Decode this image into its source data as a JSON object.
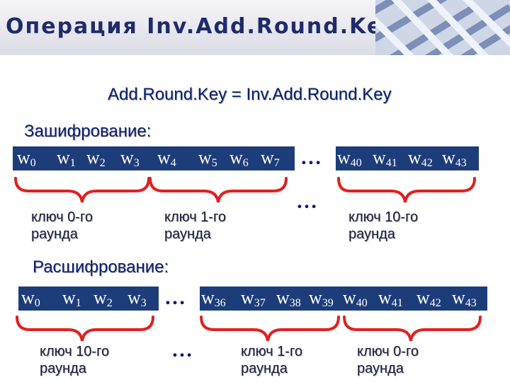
{
  "header": {
    "title": "Операция Inv.Add.Round.Key"
  },
  "subtitle": "Add.Round.Key = Inv.Add.Round.Key",
  "encryption": {
    "heading": "Зашифрование:",
    "words": [
      "0",
      "1",
      "2",
      "3",
      "4",
      "5",
      "6",
      "7",
      "40",
      "41",
      "42",
      "43"
    ],
    "dots": "…",
    "labels": [
      {
        "line1": "ключ 0-го",
        "line2": "раунда"
      },
      {
        "line1": "ключ 1-го",
        "line2": "раунда"
      },
      {
        "line1": "ключ 10-го",
        "line2": "раунда"
      }
    ]
  },
  "decryption": {
    "heading": "Расшифрование:",
    "words": [
      "0",
      "1",
      "2",
      "3",
      "36",
      "37",
      "38",
      "39",
      "40",
      "41",
      "42",
      "43"
    ],
    "dots": "…",
    "labels": [
      {
        "line1": "ключ 10-го",
        "line2": "раунда"
      },
      {
        "line1": "ключ 1-го",
        "line2": "раунда"
      },
      {
        "line1": "ключ 0-го",
        "line2": "раунда"
      }
    ]
  },
  "colors": {
    "bar": "#1c3d7a",
    "brace": "#e02020",
    "text": "#0b1e6e"
  }
}
